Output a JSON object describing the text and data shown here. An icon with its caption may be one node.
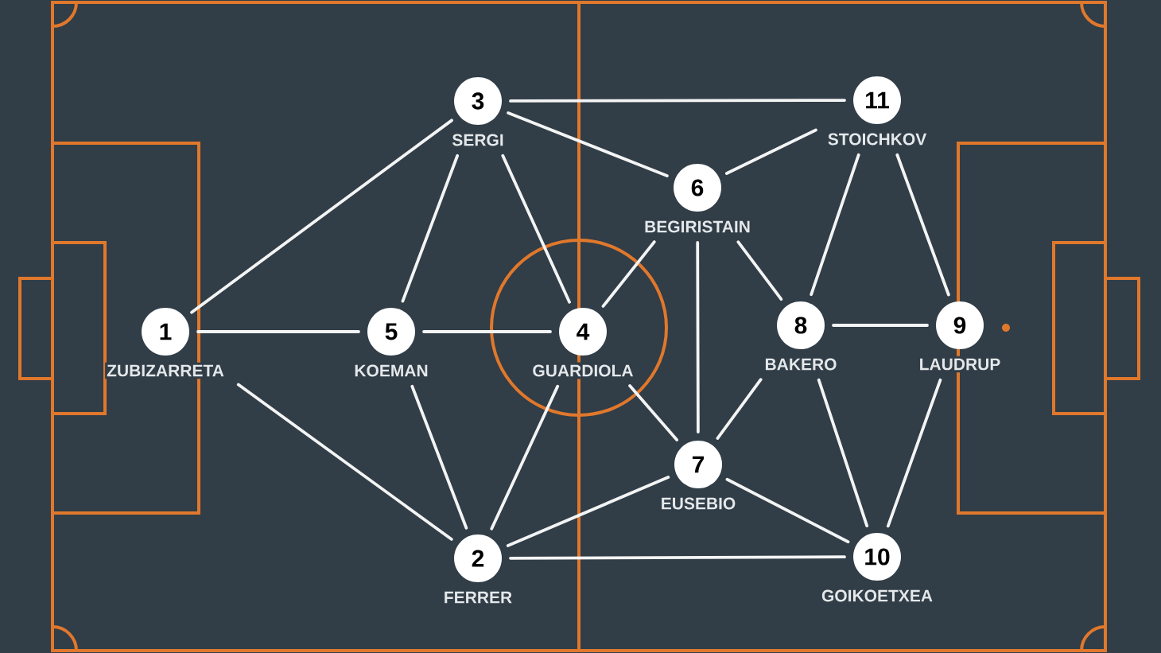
{
  "diagram": {
    "nodes": [
      {
        "text": [
          "1",
          "ZUBIZARRETA"
        ]
      },
      {
        "text": [
          "2",
          "FERRER"
        ]
      },
      {
        "text": [
          "3",
          "SERGI"
        ]
      },
      {
        "text": [
          "4",
          "GUARDIOLA"
        ]
      },
      {
        "text": [
          "5",
          "KOEMAN"
        ]
      },
      {
        "text": [
          "6",
          "BEGIRISTAIN"
        ]
      },
      {
        "text": [
          "7",
          "EUSEBIO"
        ]
      },
      {
        "text": [
          "8",
          "BAKERO"
        ]
      },
      {
        "text": [
          "9",
          "LAUDRUP"
        ]
      },
      {
        "text": [
          "10",
          "GOIKOETXEA"
        ]
      },
      {
        "text": [
          "11",
          "STOICHKOV"
        ]
      }
    ],
    "edges": [
      {
        "from": 0,
        "to": 2,
        "arrow": "none"
      },
      {
        "from": 0,
        "to": 4,
        "arrow": "none"
      },
      {
        "from": 0,
        "to": 1,
        "arrow": "none"
      },
      {
        "from": 2,
        "to": 10,
        "arrow": "none"
      },
      {
        "from": 2,
        "to": 5,
        "arrow": "none"
      },
      {
        "from": 2,
        "to": 4,
        "arrow": "none"
      },
      {
        "from": 2,
        "to": 3,
        "arrow": "none"
      },
      {
        "from": 4,
        "to": 3,
        "arrow": "none"
      },
      {
        "from": 4,
        "to": 1,
        "arrow": "none"
      },
      {
        "from": 3,
        "to": 1,
        "arrow": "none"
      },
      {
        "from": 3,
        "to": 6,
        "arrow": "none"
      },
      {
        "from": 5,
        "to": 3,
        "arrow": "none"
      },
      {
        "from": 5,
        "to": 6,
        "arrow": "none"
      },
      {
        "from": 5,
        "to": 7,
        "arrow": "none"
      },
      {
        "from": 10,
        "to": 5,
        "arrow": "none"
      },
      {
        "from": 10,
        "to": 7,
        "arrow": "none"
      },
      {
        "from": 10,
        "to": 8,
        "arrow": "none"
      },
      {
        "from": 7,
        "to": 8,
        "arrow": "none"
      },
      {
        "from": 7,
        "to": 6,
        "arrow": "none"
      },
      {
        "from": 7,
        "to": 9,
        "arrow": "none"
      },
      {
        "from": 8,
        "to": 9,
        "arrow": "none"
      },
      {
        "from": 6,
        "to": 1,
        "arrow": "none"
      },
      {
        "from": 6,
        "to": 9,
        "arrow": "none"
      },
      {
        "from": 1,
        "to": 9,
        "arrow": "none"
      }
    ]
  }
}
